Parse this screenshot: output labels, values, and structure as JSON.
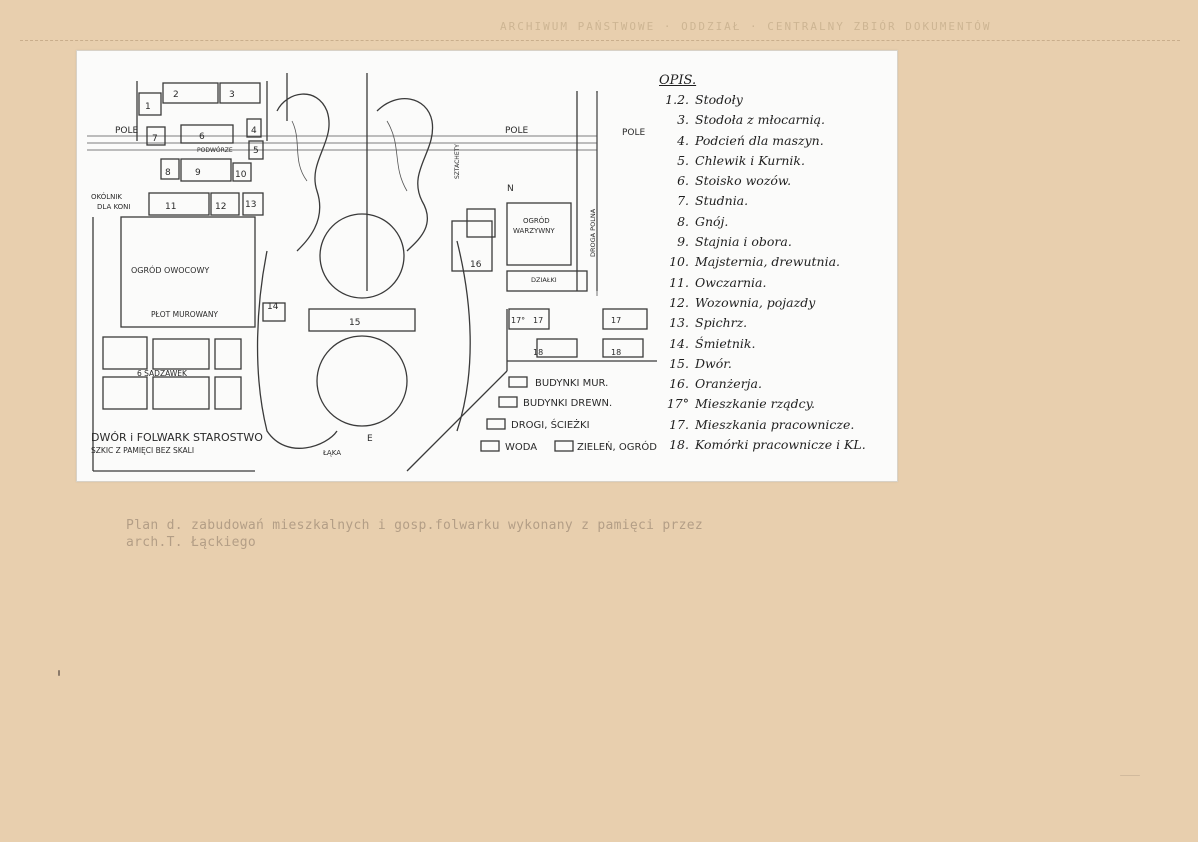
{
  "header": {
    "archive_stamp": "ARCHIWUM PAŃSTWOWE · ODDZIAŁ · CENTRALNY ZBIÓR DOKUMENTÓW"
  },
  "plan": {
    "title_line1": "DWÓR i FOLWARK STAROSTWO",
    "title_line2": "SZKIC Z PAMIĘCI BEZ SKALI",
    "labels": {
      "pole_left": "POLE",
      "pole_mid": "POLE",
      "pole_right": "POLE",
      "podworze": "PODWÓRZE",
      "okolnik": "OKÓLNIK",
      "dla_koni": "DLA KONI",
      "ogrod_owocowy": "OGRÓD OWOCOWY",
      "plot_murowany": "PŁOT MUROWANY",
      "sadzawek": "6 SADZAWEK",
      "ogrod_warzywny_1": "OGRÓD",
      "ogrod_warzywny_2": "WARZYWNY",
      "dzialki": "DZIAŁKI",
      "droga_polna": "DROGA POLNA",
      "sztachety": "SZTACHETY",
      "laka": "ŁĄKA",
      "north": "N",
      "east": "E"
    },
    "numbers": [
      "1",
      "2",
      "3",
      "4",
      "5",
      "6",
      "7",
      "8",
      "9",
      "10",
      "11",
      "12",
      "13",
      "14",
      "15",
      "16",
      "17°",
      "17",
      "17",
      "18",
      "18"
    ],
    "key": {
      "mur": "BUDYNKI MUR.",
      "drewn": "BUDYNKI DREWN.",
      "drogi": "DROGI, ŚCIEŻKI",
      "woda": "WODA",
      "zielen": "ZIELEŃ, OGRÓD"
    }
  },
  "legend": {
    "title": "OPIS.",
    "items": [
      {
        "num": "1.2.",
        "text": "Stodoły"
      },
      {
        "num": "3.",
        "text": "Stodoła z młocarnią."
      },
      {
        "num": "4.",
        "text": "Podcień dla maszyn."
      },
      {
        "num": "5.",
        "text": "Chlewik i Kurnik."
      },
      {
        "num": "6.",
        "text": "Stoisko wozów."
      },
      {
        "num": "7.",
        "text": "Studnia."
      },
      {
        "num": "8.",
        "text": "Gnój."
      },
      {
        "num": "9.",
        "text": "Stajnia i obora."
      },
      {
        "num": "10.",
        "text": "Majsternia, drewutnia."
      },
      {
        "num": "11.",
        "text": "Owczarnia."
      },
      {
        "num": "12.",
        "text": "Wozownia, pojazdy"
      },
      {
        "num": "13.",
        "text": "Spichrz."
      },
      {
        "num": "14.",
        "text": "Śmietnik."
      },
      {
        "num": "15.",
        "text": "Dwór."
      },
      {
        "num": "16.",
        "text": "Oranżerja."
      },
      {
        "num": "17°",
        "text": "Mieszkanie rządcy."
      },
      {
        "num": "17.",
        "text": "Mieszkania pracownicze."
      },
      {
        "num": "18.",
        "text": "Komórki pracownicze i KL."
      }
    ]
  },
  "caption": {
    "line1": "Plan d. zabudowań mieszkalnych i gosp.folwarku wykonany z pamięci przez",
    "line2": "arch.T. Łąckiego"
  }
}
